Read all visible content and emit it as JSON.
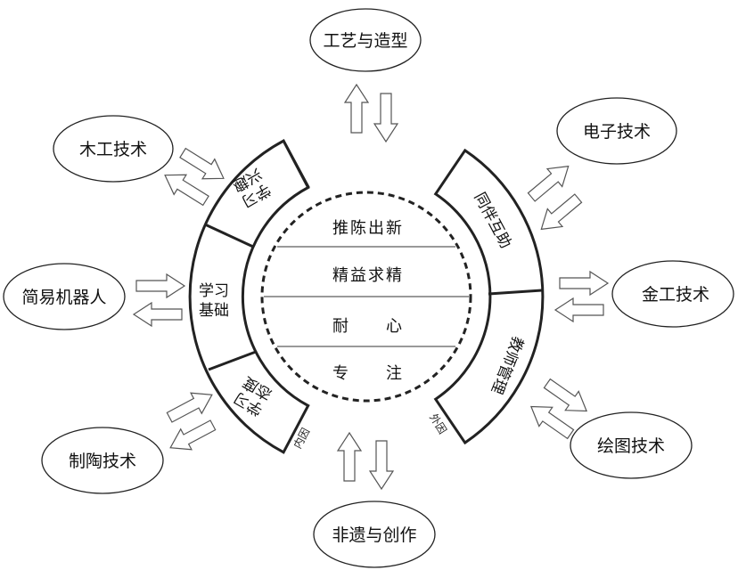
{
  "outer_nodes": [
    {
      "id": "craft",
      "label": "工艺与造型"
    },
    {
      "id": "electronics",
      "label": "电子技术"
    },
    {
      "id": "woodwork",
      "label": "木工技术"
    },
    {
      "id": "metalwork",
      "label": "金工技术"
    },
    {
      "id": "robot",
      "label": "简易机器人"
    },
    {
      "id": "drawing",
      "label": "绘图技术"
    },
    {
      "id": "pottery",
      "label": "制陶技术"
    },
    {
      "id": "heritage",
      "label": "非遗与创作"
    }
  ],
  "inner_core": [
    "推陈出新",
    "精益求精",
    "耐　　心",
    "专　　注"
  ],
  "left_ring": {
    "label": "内因",
    "segments": [
      {
        "line1": "学习",
        "line2": "兴趣"
      },
      {
        "line1": "学习",
        "line2": "基础"
      },
      {
        "line1": "学习",
        "line2": "态度"
      }
    ]
  },
  "right_ring": {
    "label": "外因",
    "segments": [
      "同伴互助",
      "教师管理"
    ]
  }
}
